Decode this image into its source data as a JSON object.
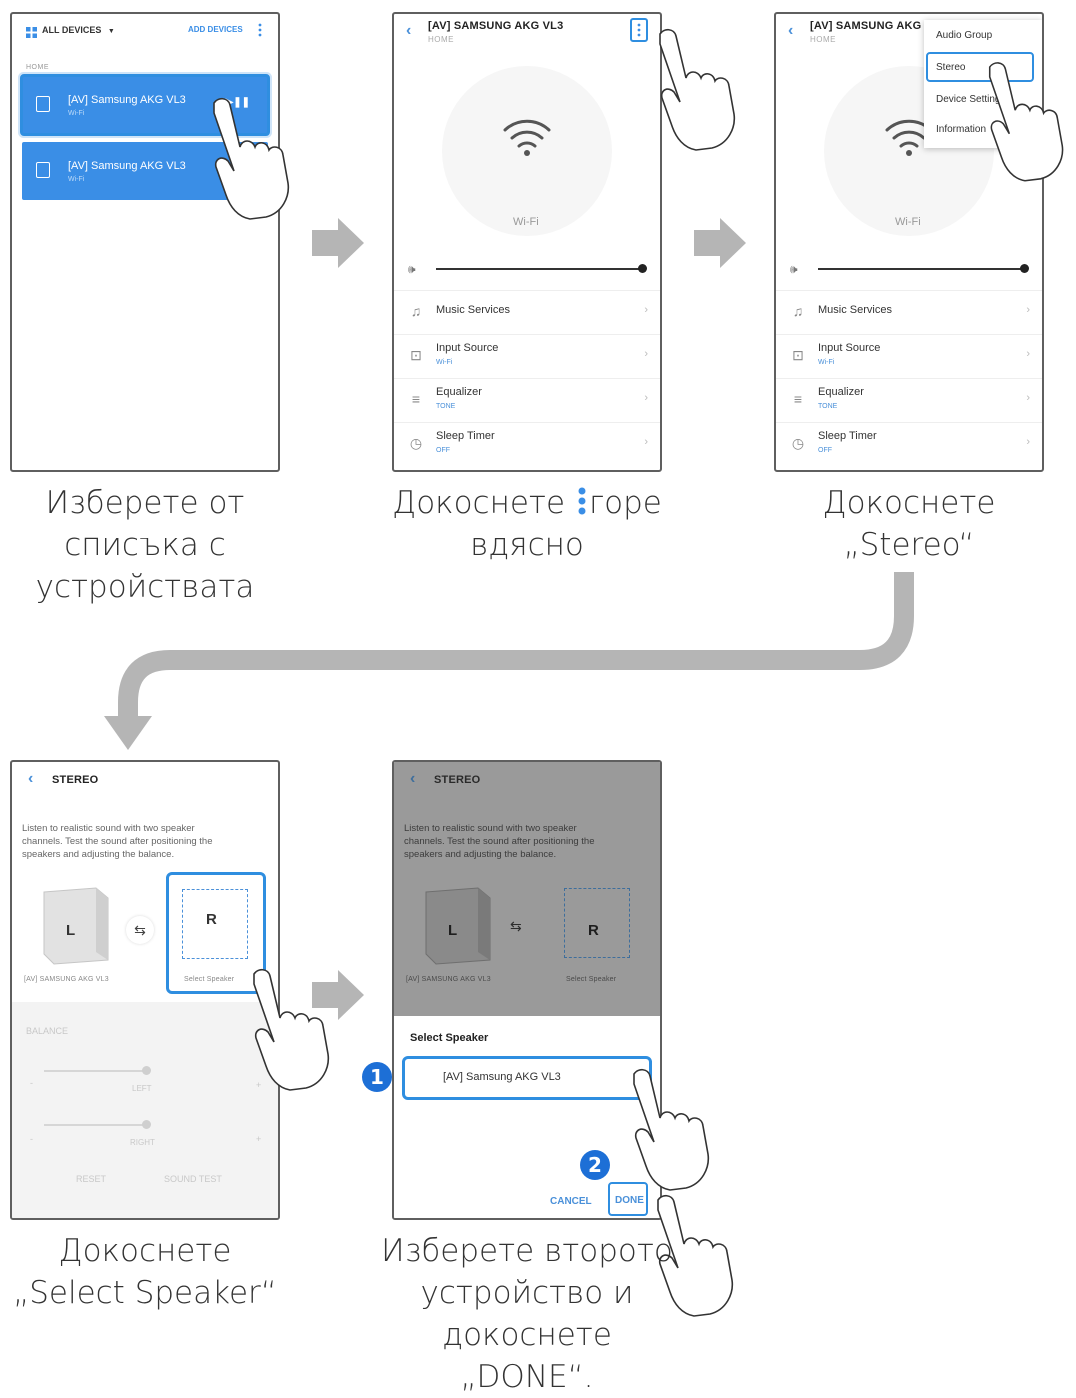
{
  "colors": {
    "accent": "#3a8ee6",
    "highlight": "#2f8ee0",
    "badge": "#1d6fd6",
    "frame": "#5f5f5f"
  },
  "screen1": {
    "header_left": "ALL DEVICES",
    "header_right": "ADD DEVICES",
    "section": "HOME",
    "devices": [
      {
        "name": "[AV] Samsung AKG VL3",
        "sub": "Wi-Fi"
      },
      {
        "name": "[AV] Samsung AKG VL3",
        "sub": "Wi-Fi"
      }
    ],
    "caption": [
      "Изберете от",
      "списъка с",
      "устройствата"
    ]
  },
  "device_screen": {
    "title": "[AV] SAMSUNG AKG VL3",
    "sub": "HOME",
    "wifi": "Wi-Fi",
    "menu": [
      {
        "label": "Music Services",
        "sub": "",
        "icon": "music-note-icon"
      },
      {
        "label": "Input Source",
        "sub": "Wi-Fi",
        "icon": "input-source-icon"
      },
      {
        "label": "Equalizer",
        "sub": "TONE",
        "icon": "equalizer-icon"
      },
      {
        "label": "Sleep Timer",
        "sub": "OFF",
        "icon": "clock-icon"
      }
    ]
  },
  "screen2": {
    "caption_a": "Докоснете",
    "caption_b": "горе",
    "caption_c": "вдясно"
  },
  "screen3": {
    "popup": [
      "Audio Group",
      "Stereo",
      "Device Setting",
      "Information"
    ],
    "caption": [
      "Докоснете",
      "„Stereo“"
    ]
  },
  "stereo": {
    "title": "STEREO",
    "desc": [
      "Listen to realistic sound with two speaker",
      "channels. Test the sound after positioning the",
      "speakers and adjusting the balance."
    ],
    "left_letter": "L",
    "right_letter": "R",
    "left_name": "[AV] SAMSUNG AKG VL3",
    "right_name": "Select Speaker",
    "balance": "BALANCE",
    "slider_left_label": "LEFT",
    "slider_right_label": "RIGHT",
    "minus": "-",
    "plus": "+",
    "reset": "RESET",
    "sound_test": "SOUND TEST"
  },
  "screen4": {
    "caption": [
      "Докоснете",
      "„Select Speaker“"
    ]
  },
  "screen5": {
    "dialog_title": "Select Speaker",
    "option": "[AV] Samsung AKG VL3",
    "cancel": "CANCEL",
    "done": "DONE",
    "badge1": "1",
    "badge2": "2",
    "caption": [
      "Изберете второто",
      "устройство и",
      "докоснете „DONE“."
    ]
  }
}
